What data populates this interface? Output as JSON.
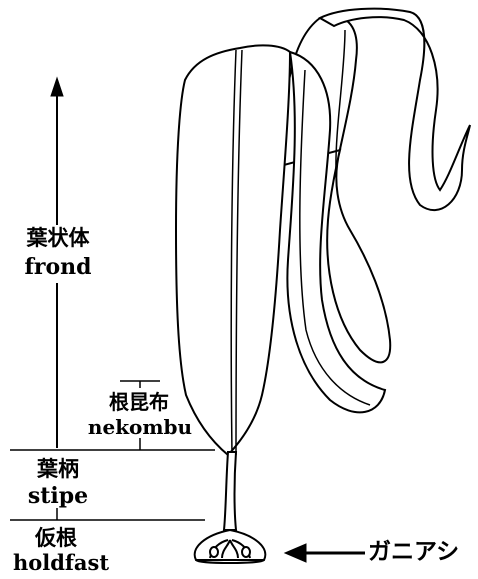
{
  "labels": {
    "frond_jp": "葉状体",
    "frond_en": "frond",
    "nekombu_jp": "根昆布",
    "nekombu_en": "nekombu",
    "stipe_jp": "葉柄",
    "stipe_en": "stipe",
    "holdfast_jp": "仮根",
    "holdfast_en": "holdfast",
    "ganiashi": "ガニアシ"
  }
}
